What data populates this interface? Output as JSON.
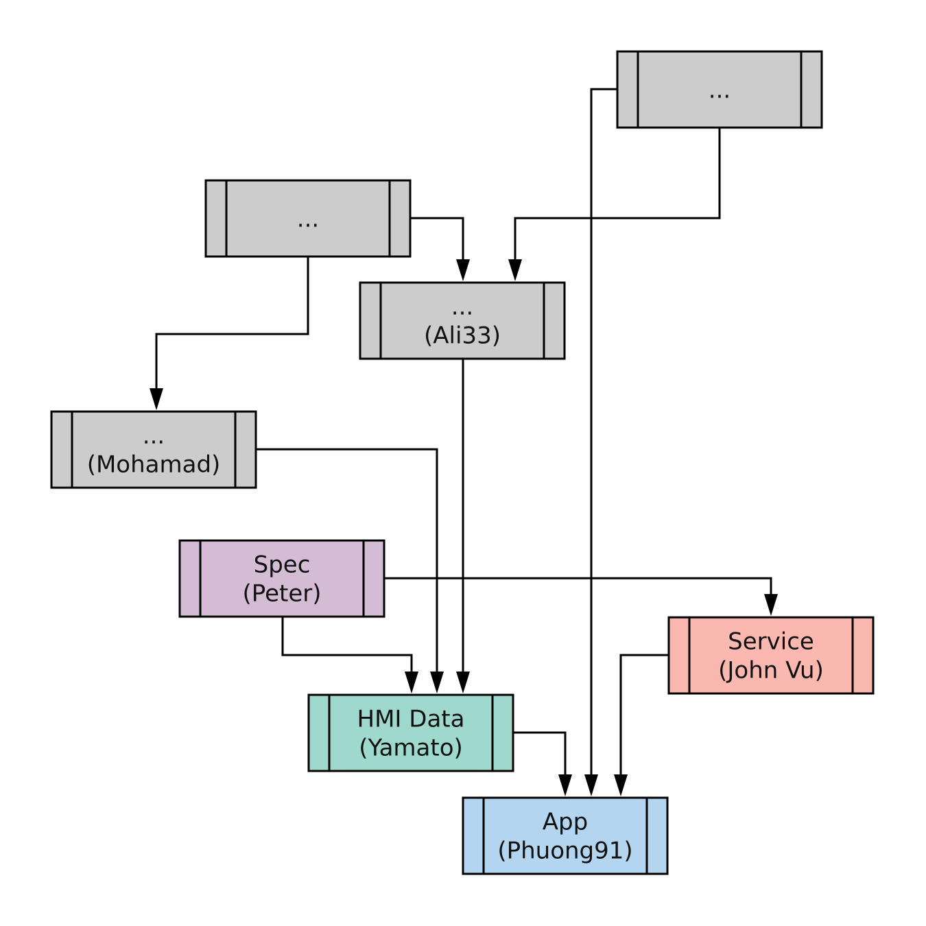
{
  "diagram": {
    "colors": {
      "gray": "#cccccc",
      "purple": "#d4bcd4",
      "salmon": "#fbb8b0",
      "teal": "#9fd8cc",
      "blue": "#b3d5ef",
      "stroke": "#000000"
    },
    "nodes": [
      {
        "id": "top-right",
        "lines": [
          "..."
        ],
        "color": "gray"
      },
      {
        "id": "top-left",
        "lines": [
          "..."
        ],
        "color": "gray"
      },
      {
        "id": "ali33",
        "lines": [
          "...",
          "(Ali33)"
        ],
        "color": "gray"
      },
      {
        "id": "mohamad",
        "lines": [
          "...",
          "(Mohamad)"
        ],
        "color": "gray"
      },
      {
        "id": "spec",
        "lines": [
          "Spec",
          "(Peter)"
        ],
        "color": "purple"
      },
      {
        "id": "service",
        "lines": [
          "Service",
          "(John Vu)"
        ],
        "color": "salmon"
      },
      {
        "id": "hmi",
        "lines": [
          "HMI Data",
          "(Yamato)"
        ],
        "color": "teal"
      },
      {
        "id": "app",
        "lines": [
          "App",
          "(Phuong91)"
        ],
        "color": "blue"
      }
    ],
    "edges": [
      {
        "from": "top-right",
        "to": "ali33"
      },
      {
        "from": "top-right",
        "to": "app"
      },
      {
        "from": "top-left",
        "to": "ali33"
      },
      {
        "from": "top-left",
        "to": "mohamad"
      },
      {
        "from": "ali33",
        "to": "hmi"
      },
      {
        "from": "mohamad",
        "to": "hmi"
      },
      {
        "from": "spec",
        "to": "hmi"
      },
      {
        "from": "spec",
        "to": "service"
      },
      {
        "from": "service",
        "to": "app"
      },
      {
        "from": "hmi",
        "to": "app"
      }
    ]
  }
}
